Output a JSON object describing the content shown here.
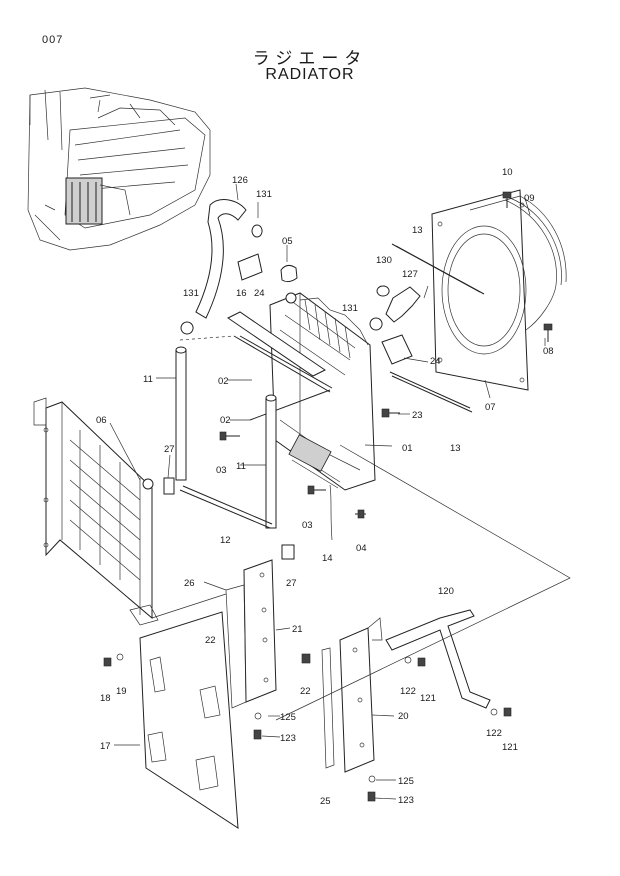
{
  "header": {
    "page_number": "007",
    "title_jp": "ラジエータ",
    "title_en": "RADIATOR"
  },
  "callouts": [
    {
      "id": "c126",
      "label": "126"
    },
    {
      "id": "c131a",
      "label": "131"
    },
    {
      "id": "c05",
      "label": "05"
    },
    {
      "id": "c10",
      "label": "10"
    },
    {
      "id": "c09",
      "label": "09"
    },
    {
      "id": "c13a",
      "label": "13"
    },
    {
      "id": "c130",
      "label": "130"
    },
    {
      "id": "c127",
      "label": "127"
    },
    {
      "id": "c131b",
      "label": "131"
    },
    {
      "id": "c16",
      "label": "16"
    },
    {
      "id": "c24a",
      "label": "24"
    },
    {
      "id": "c131c",
      "label": "131"
    },
    {
      "id": "c08",
      "label": "08"
    },
    {
      "id": "c24b",
      "label": "24"
    },
    {
      "id": "c11a",
      "label": "11"
    },
    {
      "id": "c02a",
      "label": "02"
    },
    {
      "id": "c07",
      "label": "07"
    },
    {
      "id": "c23",
      "label": "23"
    },
    {
      "id": "c02b",
      "label": "02"
    },
    {
      "id": "c06",
      "label": "06"
    },
    {
      "id": "c13b",
      "label": "13"
    },
    {
      "id": "c27a",
      "label": "27"
    },
    {
      "id": "c01",
      "label": "01"
    },
    {
      "id": "c03a",
      "label": "03"
    },
    {
      "id": "c11b",
      "label": "11"
    },
    {
      "id": "c03b",
      "label": "03"
    },
    {
      "id": "c12",
      "label": "12"
    },
    {
      "id": "c14",
      "label": "14"
    },
    {
      "id": "c04",
      "label": "04"
    },
    {
      "id": "c27b",
      "label": "27"
    },
    {
      "id": "c26",
      "label": "26"
    },
    {
      "id": "c120",
      "label": "120"
    },
    {
      "id": "c21",
      "label": "21"
    },
    {
      "id": "c22a",
      "label": "22"
    },
    {
      "id": "c19",
      "label": "19"
    },
    {
      "id": "c18",
      "label": "18"
    },
    {
      "id": "c22b",
      "label": "22"
    },
    {
      "id": "c122a",
      "label": "122"
    },
    {
      "id": "c121a",
      "label": "121"
    },
    {
      "id": "c125a",
      "label": "125"
    },
    {
      "id": "c20",
      "label": "20"
    },
    {
      "id": "c123a",
      "label": "123"
    },
    {
      "id": "c17",
      "label": "17"
    },
    {
      "id": "c122b",
      "label": "122"
    },
    {
      "id": "c121b",
      "label": "121"
    },
    {
      "id": "c125b",
      "label": "125"
    },
    {
      "id": "c25",
      "label": "25"
    },
    {
      "id": "c123b",
      "label": "123"
    }
  ]
}
